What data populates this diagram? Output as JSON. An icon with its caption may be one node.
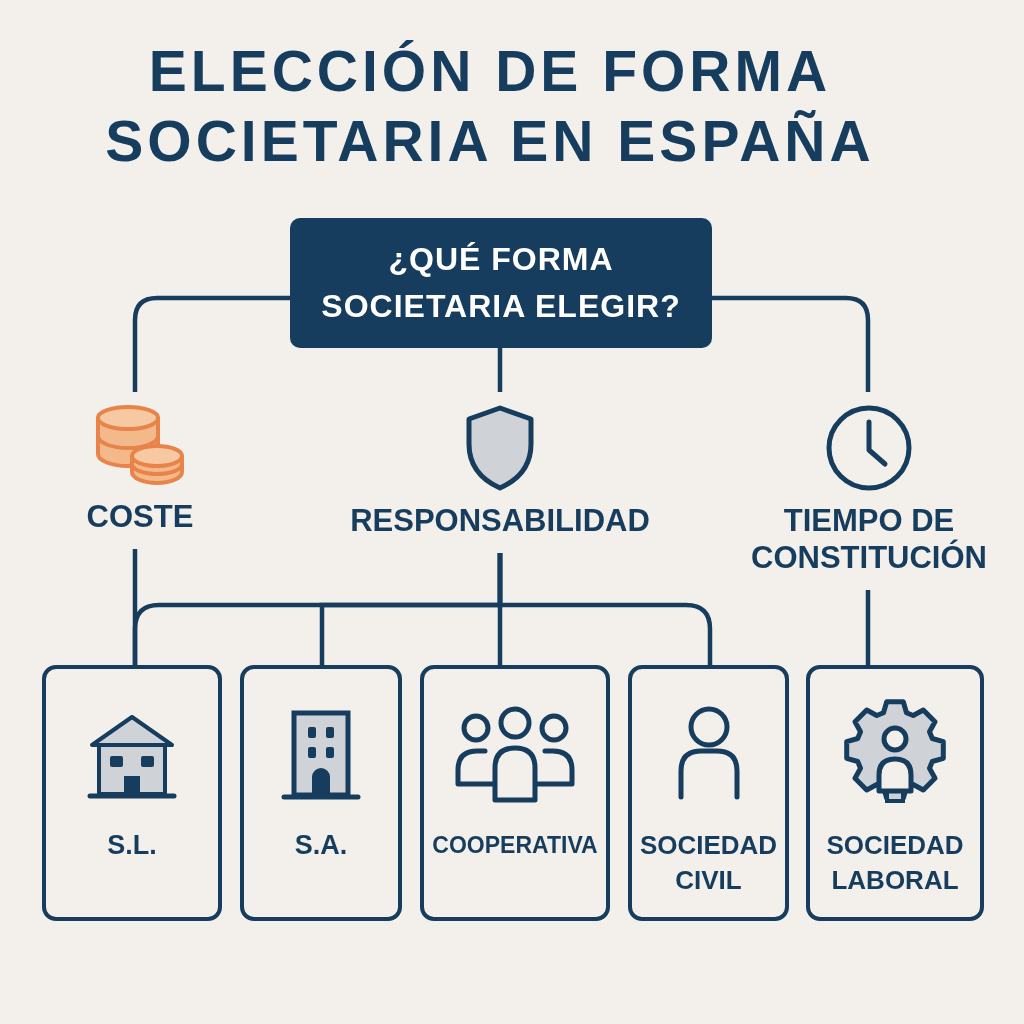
{
  "diagram": {
    "title": "ELECCIÓN DE FORMA SOCIETARIA EN ESPAÑA",
    "nodes": [
      {
        "text": [
          "¿QUÉ FORMA SOCIETARIA ELEGIR?"
        ]
      },
      {
        "text": [
          "COSTE"
        ]
      },
      {
        "text": [
          "RESPONSABILIDAD"
        ]
      },
      {
        "text": [
          "TIEMPO DE CONSTITUCIÓN"
        ]
      },
      {
        "text": [
          "S.L."
        ]
      },
      {
        "text": [
          "S.A."
        ]
      },
      {
        "text": [
          "COOPERATIVA"
        ]
      },
      {
        "text": [
          "SOCIEDAD CIVIL"
        ]
      },
      {
        "text": [
          "SOCIEDAD LABORAL"
        ]
      }
    ],
    "edges": [
      {
        "from": 0,
        "to": 1,
        "arrow": "none"
      },
      {
        "from": 0,
        "to": 2,
        "arrow": "none"
      },
      {
        "from": 0,
        "to": 3,
        "arrow": "none"
      },
      {
        "from": 1,
        "to": 4,
        "arrow": "none"
      },
      {
        "from": 2,
        "to": 4,
        "arrow": "none"
      },
      {
        "from": 2,
        "to": 5,
        "arrow": "none"
      },
      {
        "from": 2,
        "to": 6,
        "arrow": "none"
      },
      {
        "from": 2,
        "to": 7,
        "arrow": "none"
      },
      {
        "from": 3,
        "to": 8,
        "arrow": "none"
      }
    ]
  }
}
